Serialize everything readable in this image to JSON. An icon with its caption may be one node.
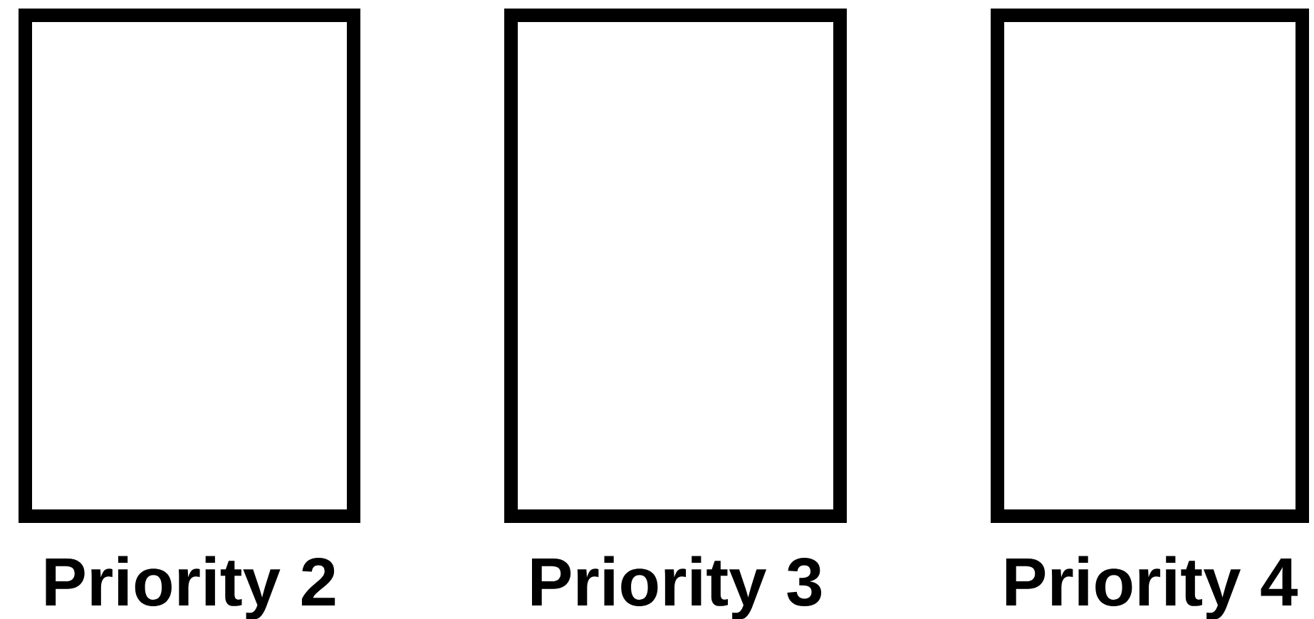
{
  "diagram": {
    "nodes": [
      {
        "text": [
          "Priority 2"
        ]
      },
      {
        "text": [
          "Priority 3"
        ]
      },
      {
        "text": [
          "Priority 4"
        ]
      }
    ]
  }
}
